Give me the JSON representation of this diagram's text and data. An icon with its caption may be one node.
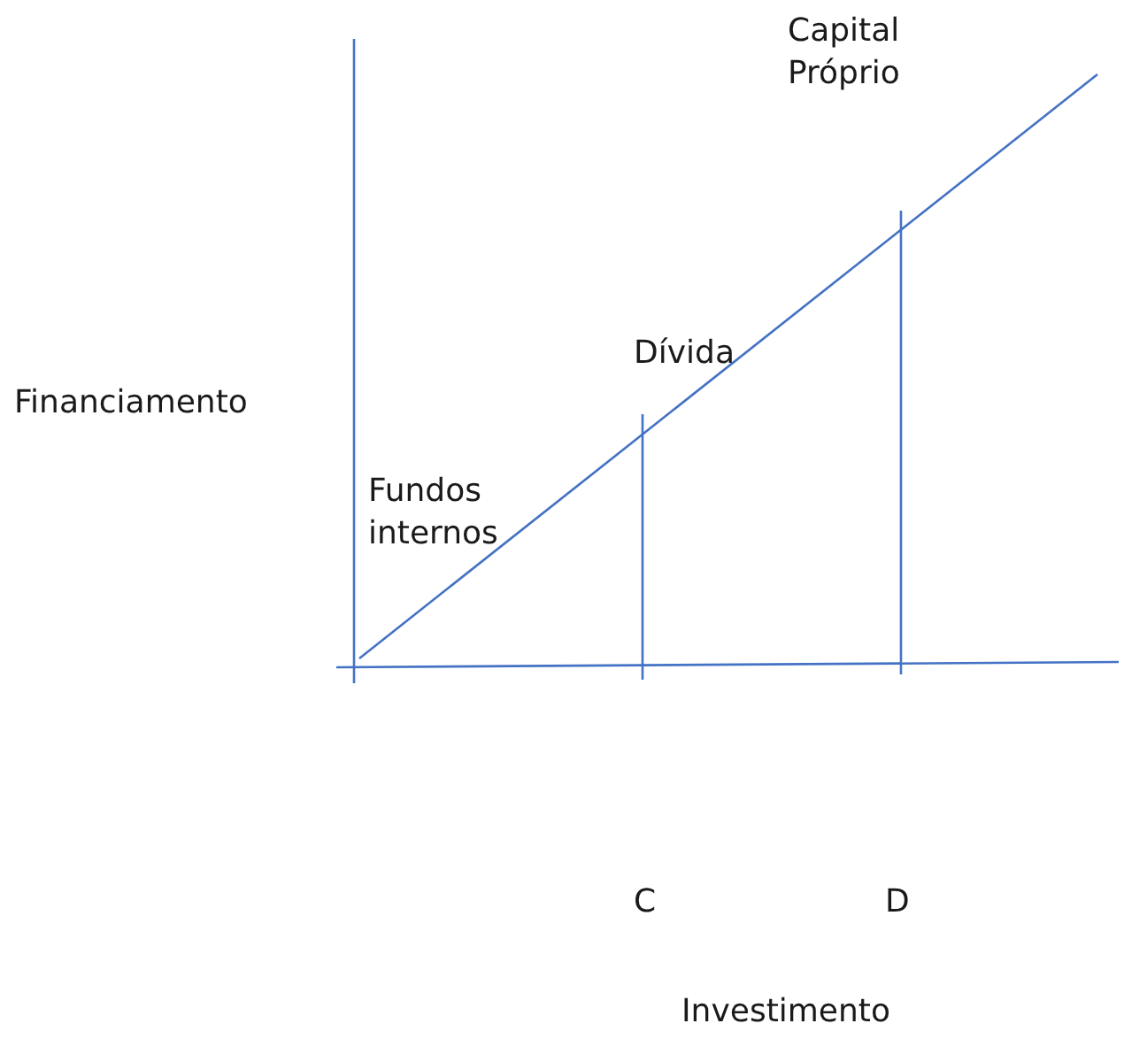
{
  "diagram": {
    "labels": [
      "Capital Próprio",
      "Dívida",
      "Financiamento",
      "Fundos internos",
      "C",
      "D",
      "Investimento"
    ]
  }
}
